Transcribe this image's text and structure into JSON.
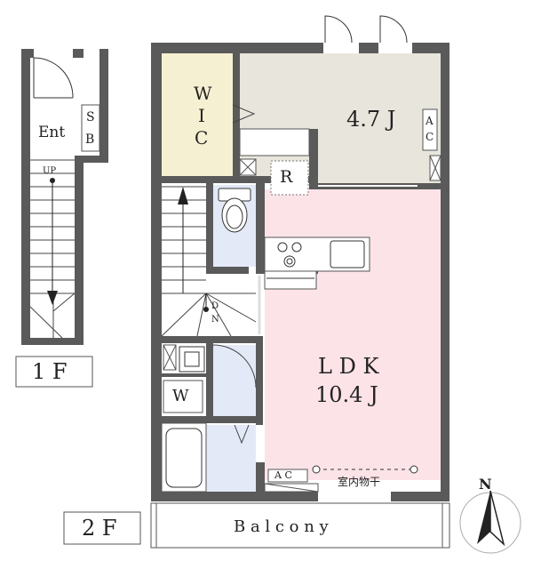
{
  "first_floor": {
    "entrance": "Ent",
    "shoe_box_s": "S",
    "shoe_box_b": "B",
    "stairs_up": "UP",
    "floor_label": "1 F"
  },
  "second_floor": {
    "wic_w": "W",
    "wic_i": "I",
    "wic_c": "C",
    "bedroom_size": "4.7 J",
    "ac_a": "A",
    "ac_c": "C",
    "refrigerator": "R",
    "stairs_down_d": "D",
    "stairs_down_n": "N",
    "washer": "W",
    "ldk_name": "L D K",
    "ldk_size": "10.4 J",
    "ldk_ac": "A C",
    "indoor_drying": "室内物干",
    "balcony": "B a l c o n y",
    "floor_label": "2 F"
  },
  "compass": {
    "north": "N"
  },
  "colors": {
    "wall": "#5a5a5a",
    "wic": "#f6f0d2",
    "bedroom": "#e8e6dc",
    "ldk": "#fbe3e8",
    "wet_area": "#e3e9f6"
  }
}
